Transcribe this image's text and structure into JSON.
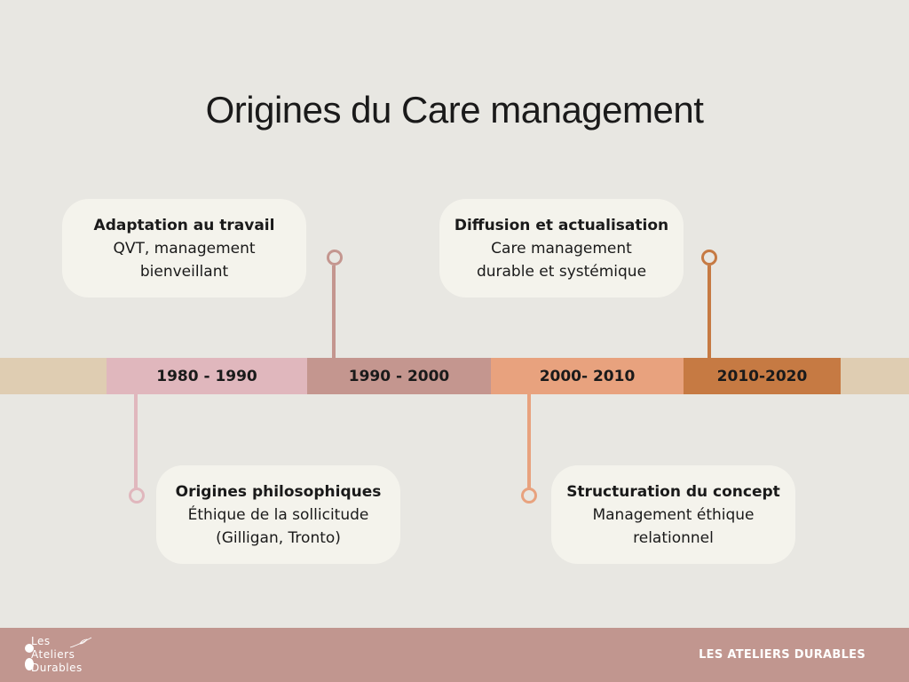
{
  "title": "Origines du Care management",
  "colors": {
    "background": "#e8e7e2",
    "band": "#dfcdb2",
    "p1": "#e0b7bd",
    "p2": "#c4968f",
    "p3": "#e8a27e",
    "p4": "#c67a43",
    "card": "#f4f3ec",
    "footer": "#c1968f"
  },
  "timeline": {
    "periods": [
      "1980 - 1990",
      "1990 - 2000",
      "2000- 2010",
      "2010-2020"
    ]
  },
  "milestones": [
    {
      "heading": "Origines philosophiques",
      "line1": "Éthique de la sollicitude",
      "line2": "(Gilligan, Tronto)",
      "period": "1980 - 1990"
    },
    {
      "heading": "Adaptation au travail",
      "line1": "QVT, management",
      "line2": "bienveillant",
      "period": "1990 - 2000"
    },
    {
      "heading": "Structuration du concept",
      "line1": "Management éthique",
      "line2": "relationnel",
      "period": "2000- 2010"
    },
    {
      "heading": "Diffusion et actualisation",
      "line1": "Care management",
      "line2": "durable et systémique",
      "period": "2010-2020"
    }
  ],
  "footer": {
    "logo": [
      "Les",
      "Ateliers",
      "Durables"
    ],
    "brand": "LES ATELIERS DURABLES"
  }
}
